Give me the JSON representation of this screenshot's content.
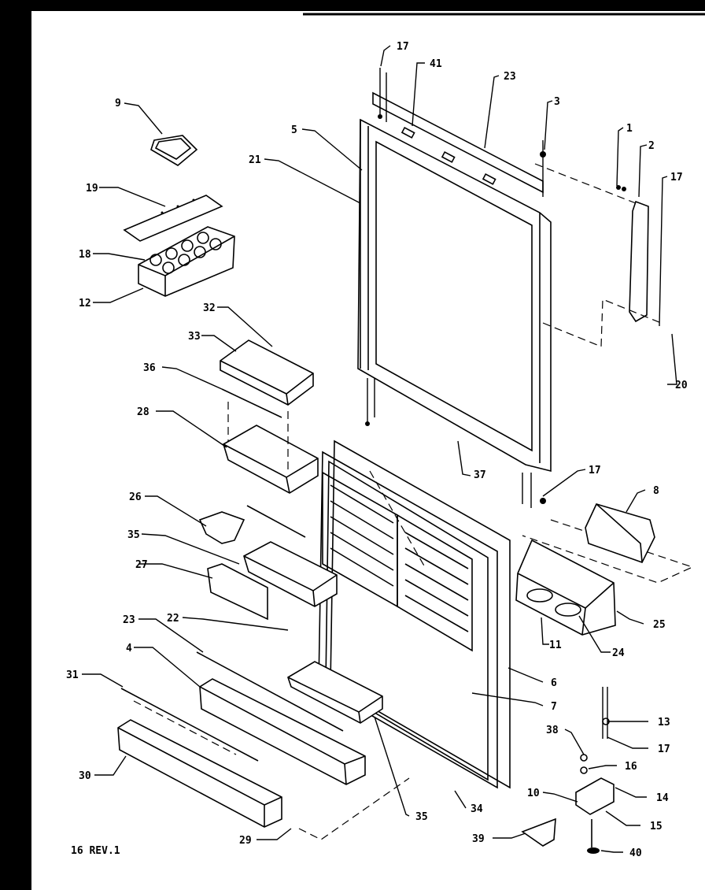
{
  "diagram": {
    "revision_note": "16 REV.1",
    "callouts": [
      {
        "key": "c9",
        "text": "9"
      },
      {
        "key": "c19",
        "text": "19"
      },
      {
        "key": "c18",
        "text": "18"
      },
      {
        "key": "c12",
        "text": "12"
      },
      {
        "key": "c32",
        "text": "32"
      },
      {
        "key": "c33",
        "text": "33"
      },
      {
        "key": "c36",
        "text": "36"
      },
      {
        "key": "c28",
        "text": "28"
      },
      {
        "key": "c26",
        "text": "26"
      },
      {
        "key": "c35a",
        "text": "35"
      },
      {
        "key": "c27",
        "text": "27"
      },
      {
        "key": "c23b",
        "text": "23"
      },
      {
        "key": "c22",
        "text": "22"
      },
      {
        "key": "c4",
        "text": "4"
      },
      {
        "key": "c31",
        "text": "31"
      },
      {
        "key": "c30",
        "text": "30"
      },
      {
        "key": "c29",
        "text": "29"
      },
      {
        "key": "c35b",
        "text": "35"
      },
      {
        "key": "c34",
        "text": "34"
      },
      {
        "key": "c17a",
        "text": "17"
      },
      {
        "key": "c41",
        "text": "41"
      },
      {
        "key": "c23a",
        "text": "23"
      },
      {
        "key": "c3",
        "text": "3"
      },
      {
        "key": "c5",
        "text": "5"
      },
      {
        "key": "c21",
        "text": "21"
      },
      {
        "key": "c1",
        "text": "1"
      },
      {
        "key": "c2",
        "text": "2"
      },
      {
        "key": "c17b",
        "text": "17"
      },
      {
        "key": "c20",
        "text": "20"
      },
      {
        "key": "c37",
        "text": "37"
      },
      {
        "key": "c17c",
        "text": "17"
      },
      {
        "key": "c8",
        "text": "8"
      },
      {
        "key": "c25",
        "text": "25"
      },
      {
        "key": "c11",
        "text": "11"
      },
      {
        "key": "c24",
        "text": "24"
      },
      {
        "key": "c6",
        "text": "6"
      },
      {
        "key": "c7",
        "text": "7"
      },
      {
        "key": "c13",
        "text": "13"
      },
      {
        "key": "c17d",
        "text": "17"
      },
      {
        "key": "c38",
        "text": "38"
      },
      {
        "key": "c16",
        "text": "16"
      },
      {
        "key": "c14",
        "text": "14"
      },
      {
        "key": "c10",
        "text": "10"
      },
      {
        "key": "c15",
        "text": "15"
      },
      {
        "key": "c39",
        "text": "39"
      },
      {
        "key": "c40",
        "text": "40"
      }
    ]
  }
}
